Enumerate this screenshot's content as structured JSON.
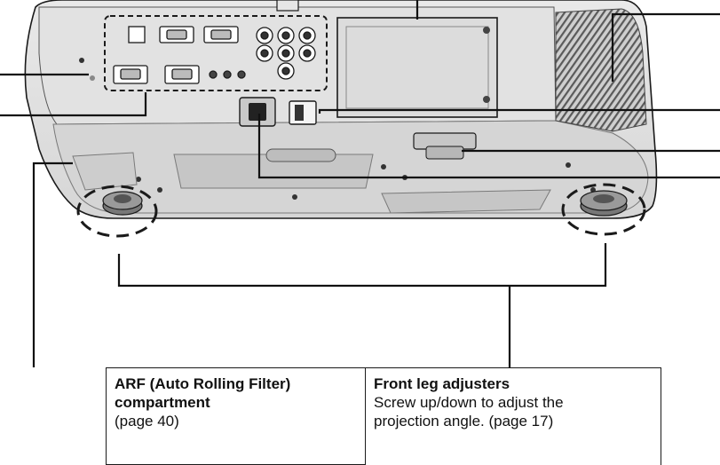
{
  "colors": {
    "body_light": "#e3e3e3",
    "body_mid": "#cfcfcf",
    "body_dark": "#a9a9a9",
    "panel": "#d9d9d9",
    "outline": "#1a1a1a",
    "leader": "#111111"
  },
  "callouts": {
    "arf": {
      "title_line1": "ARF (Auto Rolling Filter)",
      "title_line2": "compartment",
      "body": "(page 40)"
    },
    "legs": {
      "title": "Front leg adjusters",
      "body_line1": "Screw up/down to adjust the",
      "body_line2": "projection angle. (page 17)"
    }
  }
}
